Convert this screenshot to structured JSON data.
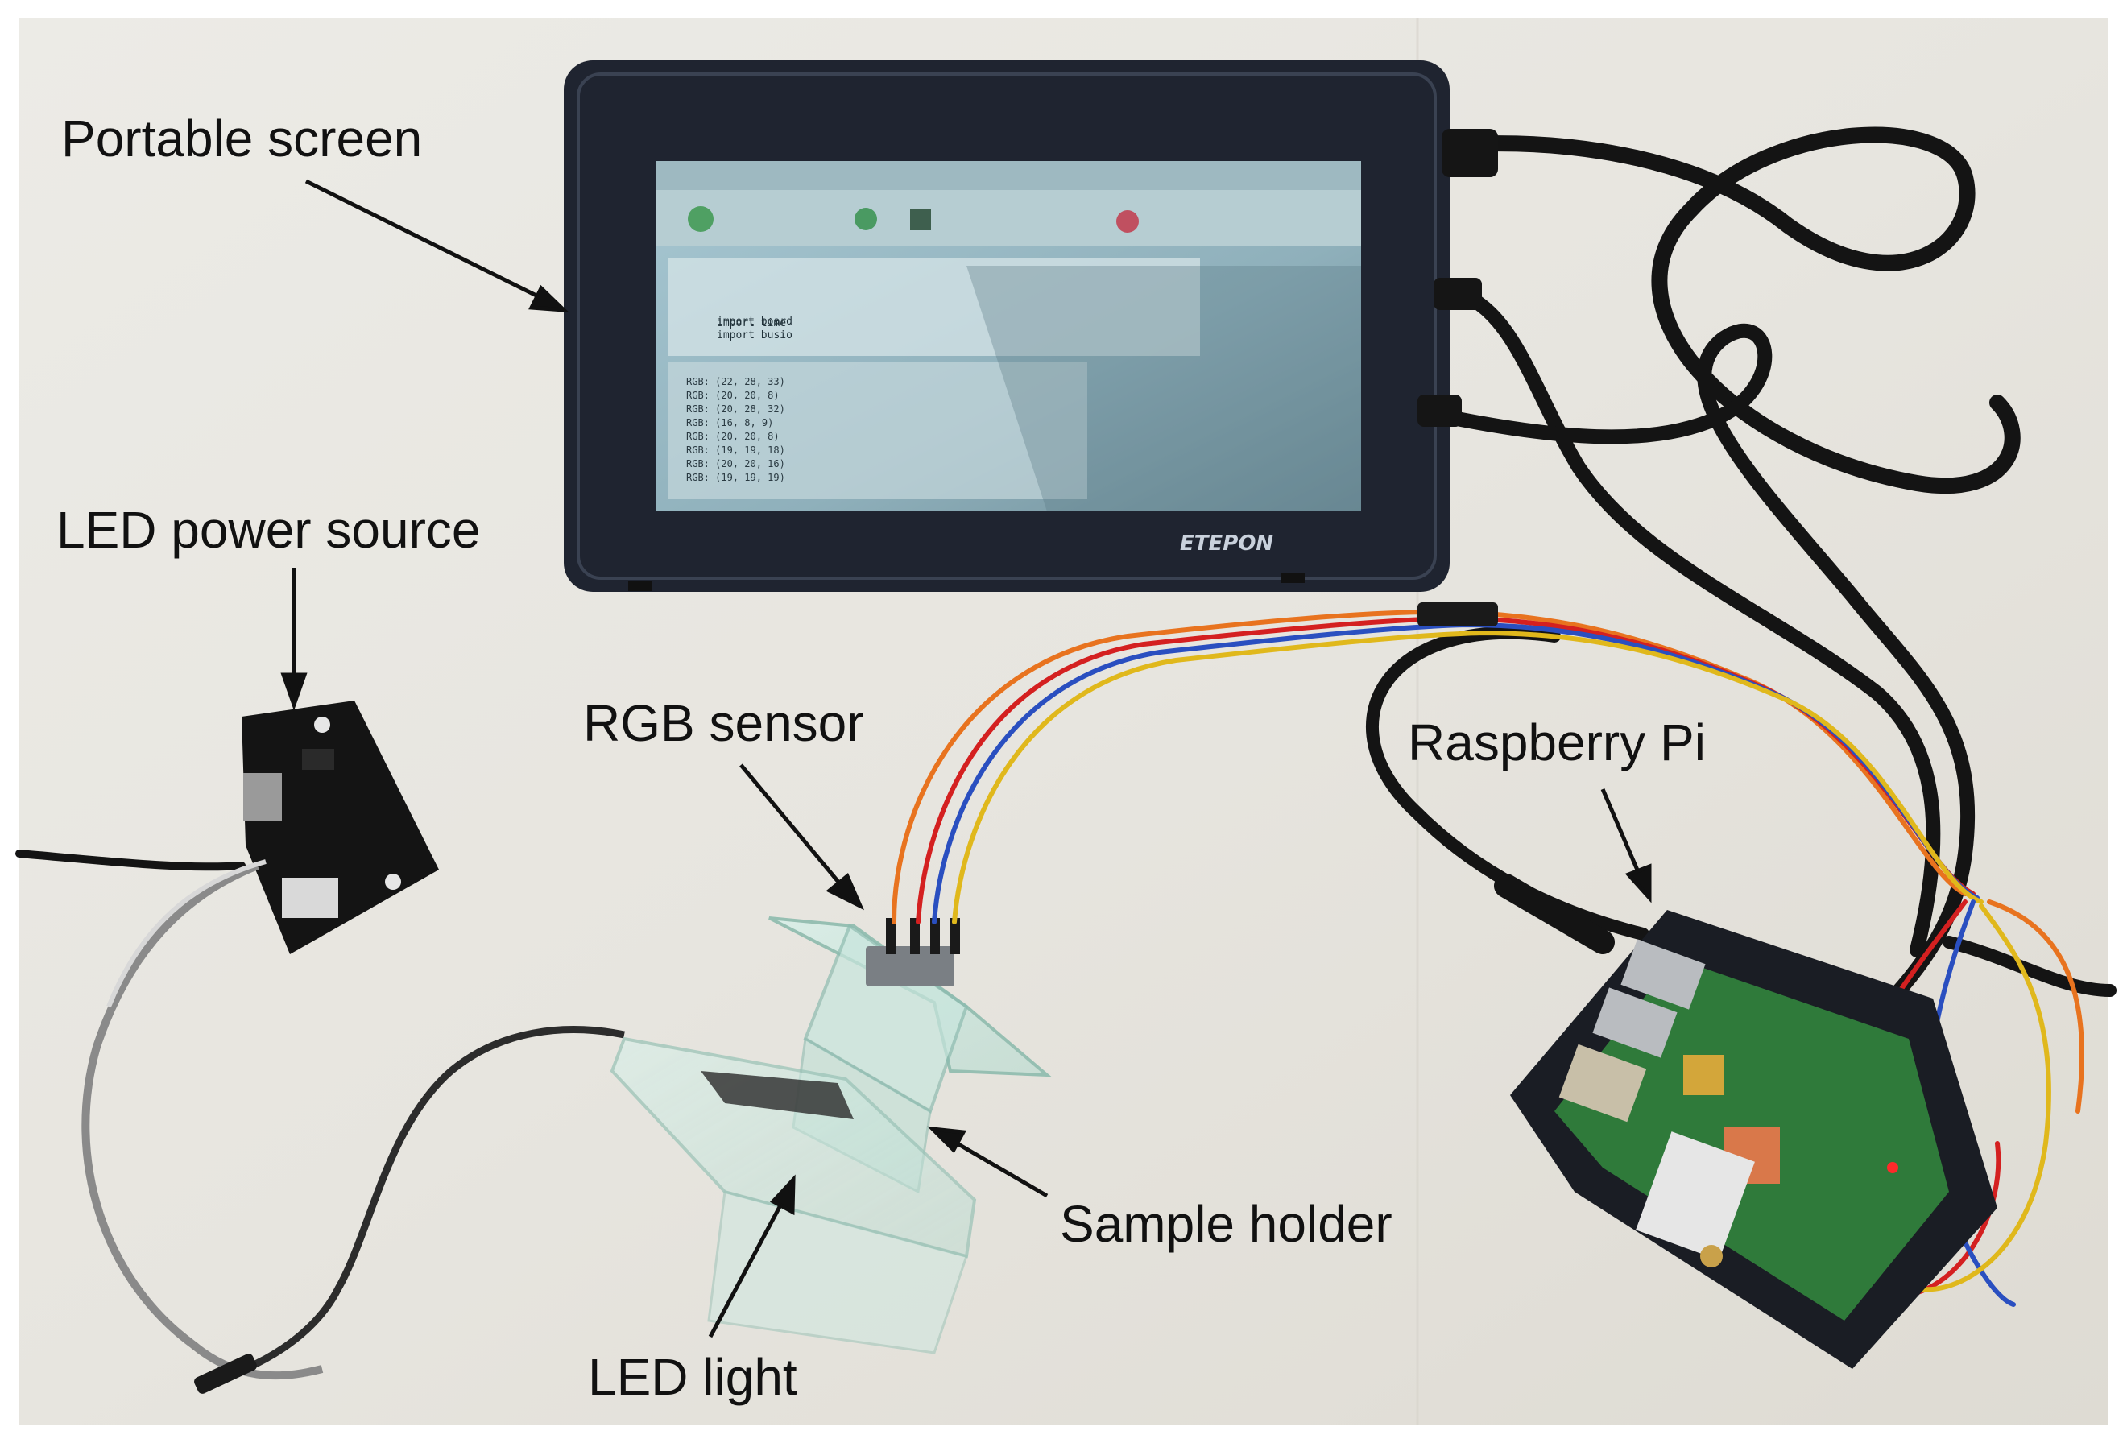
{
  "labels": {
    "portable_screen": "Portable screen",
    "led_power_source": "LED power source",
    "rgb_sensor": "RGB sensor",
    "raspberry_pi": "Raspberry Pi",
    "sample_holder": "Sample holder",
    "led_light": "LED light"
  },
  "screen": {
    "brand": "ETEPON",
    "code_lines": [
      "import time",
      "import board",
      "import busio"
    ],
    "shell_lines": [
      "RGB: (22, 28, 33)",
      "RGB: (20, 20, 8)",
      "RGB: (20, 28, 32)",
      "RGB: (16, 8, 9)",
      "RGB: (20, 20, 8)",
      "RGB: (19, 19, 18)",
      "RGB: (20, 20, 16)",
      "RGB: (19, 19, 19)"
    ]
  },
  "colors": {
    "background": "#ebe9e4",
    "device_body": "#1f2430",
    "screen_glow": "#a9c4cc",
    "cable": "#151515",
    "wire_orange": "#e8731f",
    "wire_red": "#d42020",
    "wire_blue": "#2a4fc0",
    "wire_yellow": "#e0b81c",
    "board_green": "#2f7a3a",
    "acrylic": "#cfe8e0"
  }
}
